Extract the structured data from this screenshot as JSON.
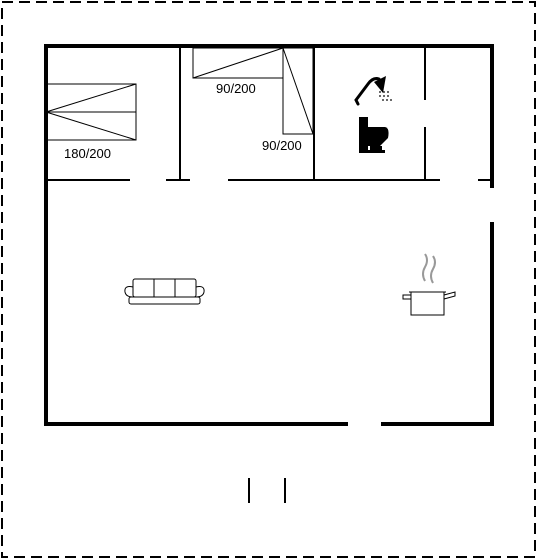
{
  "floorplan": {
    "rooms": {
      "bedroom_1": {
        "bed_label": "180/200"
      },
      "bedroom_2": {
        "bed_top_label": "90/200",
        "bed_side_label": "90/200"
      },
      "bathroom": {
        "icons": [
          "shower-icon",
          "toilet-icon"
        ]
      },
      "living_room": {
        "icons": [
          "sofa-icon",
          "cooking-pot-icon"
        ]
      }
    },
    "colors": {
      "wall": "#000000",
      "background": "#ffffff"
    }
  }
}
